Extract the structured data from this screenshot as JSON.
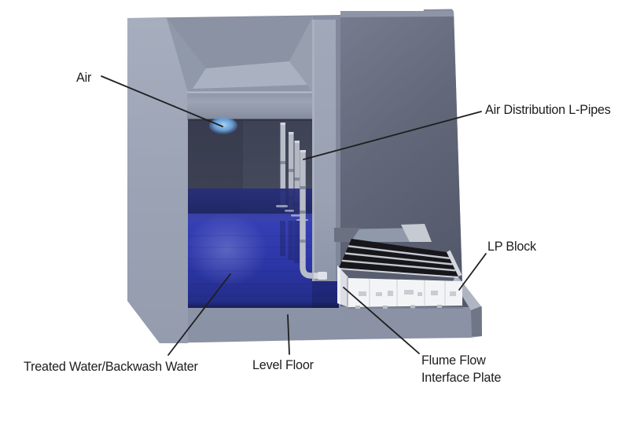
{
  "figure": {
    "type": "cutaway-technical-diagram",
    "background": "#ffffff"
  },
  "labels": {
    "air": "Air",
    "air_distribution_l_pipes": "Air Distribution L-Pipes",
    "lp_block": "LP Block",
    "treated_water": "Treated Water/Backwash Water",
    "level_floor": "Level Floor",
    "flume_flow_line1": "Flume Flow",
    "flume_flow_line2": "Interface Plate"
  },
  "colors": {
    "tank_body": "#99a1b3",
    "tank_wall_light": "#a3abbc",
    "hopper_floor": "#aab1c0",
    "chamber_dark": "#41465a",
    "right_wall_dark": "#5a6070",
    "divider_wall": "#9aa2b4",
    "water_back": "#232a70",
    "water_front": "#2e38ac",
    "water_glow": "#6e79cf",
    "air_bubble": "#7db8ec",
    "pipe_gray": "#b9bdc7",
    "lp_block_top": "#17161b",
    "lp_block_front": "#f3f4f6",
    "flume_plate": "#dcdfe5",
    "label_text": "#1c1c1c",
    "leader_line": "#1f1f1f"
  }
}
